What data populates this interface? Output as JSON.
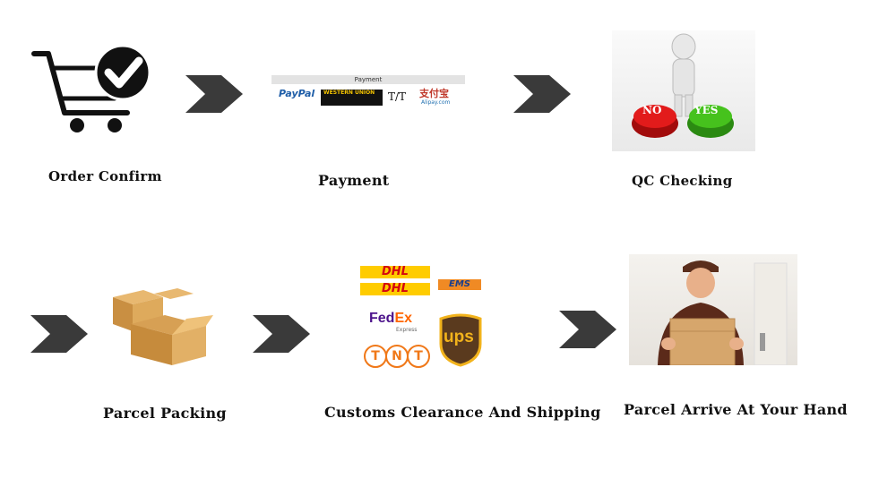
{
  "steps": [
    {
      "label": "Order Confirm"
    },
    {
      "label": "Payment"
    },
    {
      "label": "QC Checking"
    },
    {
      "label": "Parcel Packing"
    },
    {
      "label": "Customs Clearance And Shipping"
    },
    {
      "label": "Parcel Arrive At Your Hand"
    }
  ],
  "payment": {
    "header": "Payment",
    "paypal": "PayPal",
    "western_union": "WESTERN UNION",
    "tt": "T/T",
    "alipay": "支付宝",
    "alipay_sub": "Alipay.com"
  },
  "qc": {
    "no": "NO",
    "yes": "YES"
  },
  "carriers": {
    "dhl": "DHL",
    "ems": "EMS",
    "fedex_fe": "Fed",
    "fedex_ex": "Ex",
    "fedex_sub": "Express",
    "tnt": [
      "T",
      "N",
      "T"
    ],
    "ups": "ups"
  },
  "colors": {
    "chevron": "#3a3a3a",
    "dhl_yellow": "#ffcc00",
    "dhl_red": "#d40511",
    "ups_brown": "#5a3a1e",
    "ups_gold": "#f2b31c"
  },
  "icons": [
    "shopping-cart-icon",
    "checkmark-icon",
    "chevron-arrow-icon",
    "cardboard-box-icon",
    "delivery-man-icon"
  ]
}
